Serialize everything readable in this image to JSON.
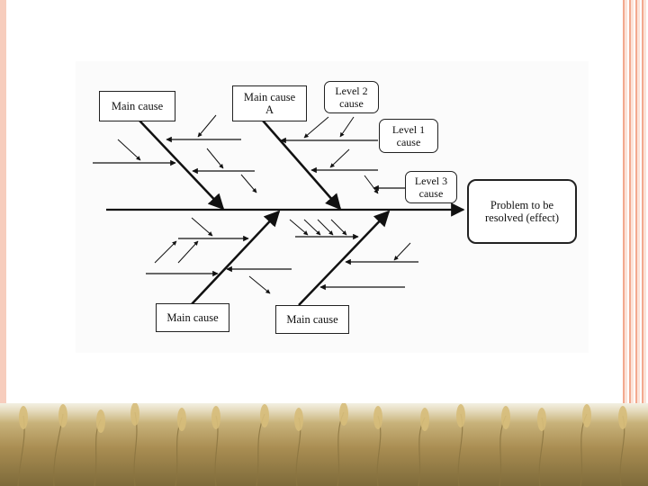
{
  "diagram": {
    "main_cause_top_left": "Main cause",
    "main_cause_a": "Main cause\nA",
    "level2_cause": "Level 2\ncause",
    "level1_cause": "Level 1\ncause",
    "level3_cause": "Level 3\ncause",
    "effect": "Problem to be\nresolved (effect)",
    "main_cause_bottom_left": "Main cause",
    "main_cause_bottom_right": "Main cause"
  },
  "colors": {
    "accent_band": "#f3a98f",
    "line": "#111111"
  }
}
